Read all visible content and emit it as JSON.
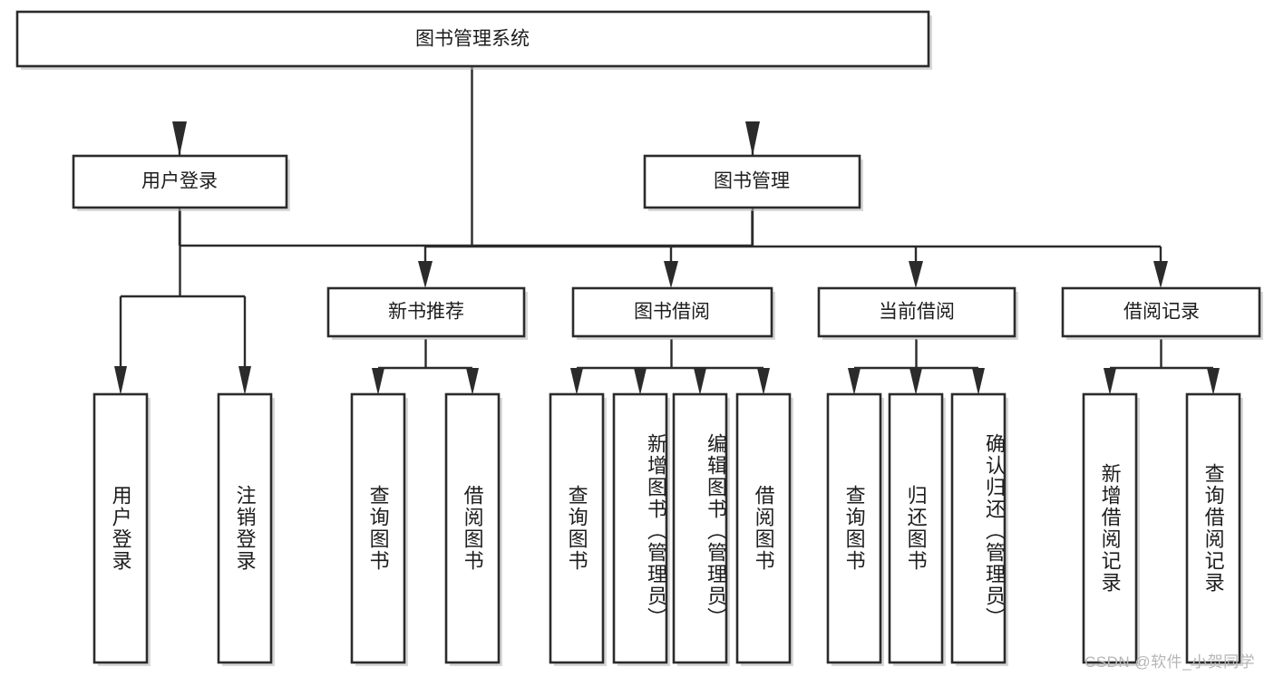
{
  "diagram": {
    "title": "图书管理系统",
    "watermark": "CSDN @软件_小贺同学",
    "colors": {
      "box_stroke": "#2b2b2b",
      "box_fill": "#ffffff",
      "edge": "#2b2b2b",
      "background": "#ffffff",
      "watermark": "#b6b6b6"
    },
    "root": {
      "label": "图书管理系统"
    },
    "level2": [
      {
        "label": "用户登录"
      },
      {
        "label": "图书管理"
      }
    ],
    "level3": [
      {
        "label": "新书推荐"
      },
      {
        "label": "图书借阅"
      },
      {
        "label": "当前借阅"
      },
      {
        "label": "借阅记录"
      }
    ],
    "leaves": {
      "user_login": [
        {
          "label": "用户登录"
        },
        {
          "label": "注销登录"
        }
      ],
      "new_book_recommend": [
        {
          "label": "查询图书"
        },
        {
          "label": "借阅图书"
        }
      ],
      "book_borrow": [
        {
          "label": "查询图书"
        },
        {
          "label": "新增图书（管理员）"
        },
        {
          "label": "编辑图书（管理员）"
        },
        {
          "label": "借阅图书"
        }
      ],
      "current_borrow": [
        {
          "label": "查询图书"
        },
        {
          "label": "归还图书"
        },
        {
          "label": "确认归还（管理员）"
        }
      ],
      "borrow_record": [
        {
          "label": "新增借阅记录"
        },
        {
          "label": "查询借阅记录"
        }
      ]
    }
  }
}
